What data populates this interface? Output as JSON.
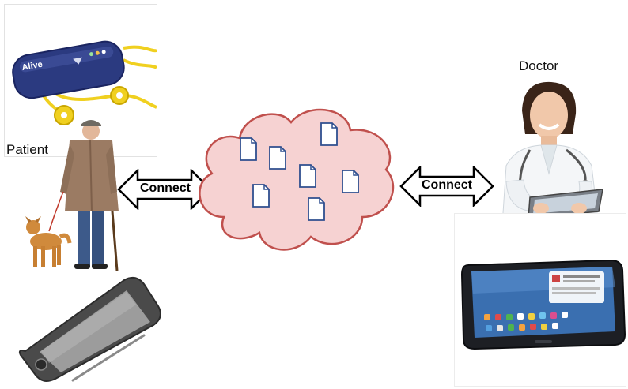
{
  "labels": {
    "patient": "Patient",
    "doctor": "Doctor"
  },
  "arrows": {
    "left_label": "Connect",
    "right_label": "Connect"
  },
  "icons": {
    "ecg_device": "ecg-monitor-device-icon",
    "patient": "elderly-man-with-dog-icon",
    "smartphone": "smartphone-icon",
    "cloud": "cloud-icon",
    "document": "document-icon",
    "doctor": "doctor-icon",
    "tablet": "tablet-icon"
  },
  "device_text": {
    "ecg_brand": "Alive"
  },
  "colors": {
    "cloud_fill": "#f6d2d2",
    "cloud_stroke": "#c0504d",
    "doc_stroke": "#2f4f8f",
    "arrow_stroke": "#000000"
  },
  "cloud_documents_count": 7
}
